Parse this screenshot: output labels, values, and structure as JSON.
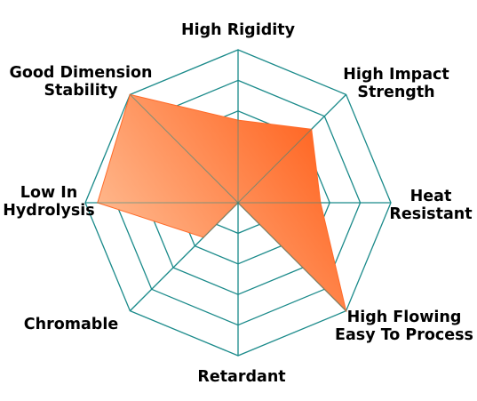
{
  "chart_data": {
    "type": "radar",
    "title": "",
    "axes": [
      {
        "label_lines": [
          "High Rigidity"
        ]
      },
      {
        "label_lines": [
          "High Impact",
          "Strength"
        ]
      },
      {
        "label_lines": [
          "Heat",
          "Resistant"
        ]
      },
      {
        "label_lines": [
          "High Flowing",
          "Easy To Process"
        ]
      },
      {
        "label_lines": [
          "Retardant"
        ]
      },
      {
        "label_lines": [
          "Chromable"
        ]
      },
      {
        "label_lines": [
          "Low In",
          "Hydrolysis"
        ]
      },
      {
        "label_lines": [
          "Good Dimension",
          "Stability"
        ]
      }
    ],
    "range": [
      0,
      5
    ],
    "rings": 5,
    "series": [
      {
        "values": [
          2.7,
          3.4,
          2.7,
          5.0,
          0.0,
          1.6,
          4.6,
          5.0
        ]
      }
    ],
    "colors": {
      "grid": "#1a8a8a",
      "fill_dark": "#ff6a28",
      "fill_light": "#ffc29a"
    }
  }
}
